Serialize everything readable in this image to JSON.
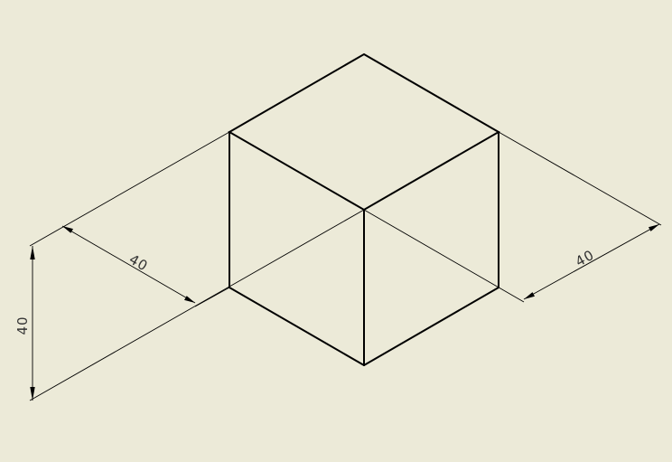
{
  "background_color": "#ecead8",
  "line_color": "#000000",
  "drawing": {
    "dimensions": [
      {
        "value": "40"
      },
      {
        "value": "40"
      },
      {
        "value": "40"
      }
    ]
  }
}
